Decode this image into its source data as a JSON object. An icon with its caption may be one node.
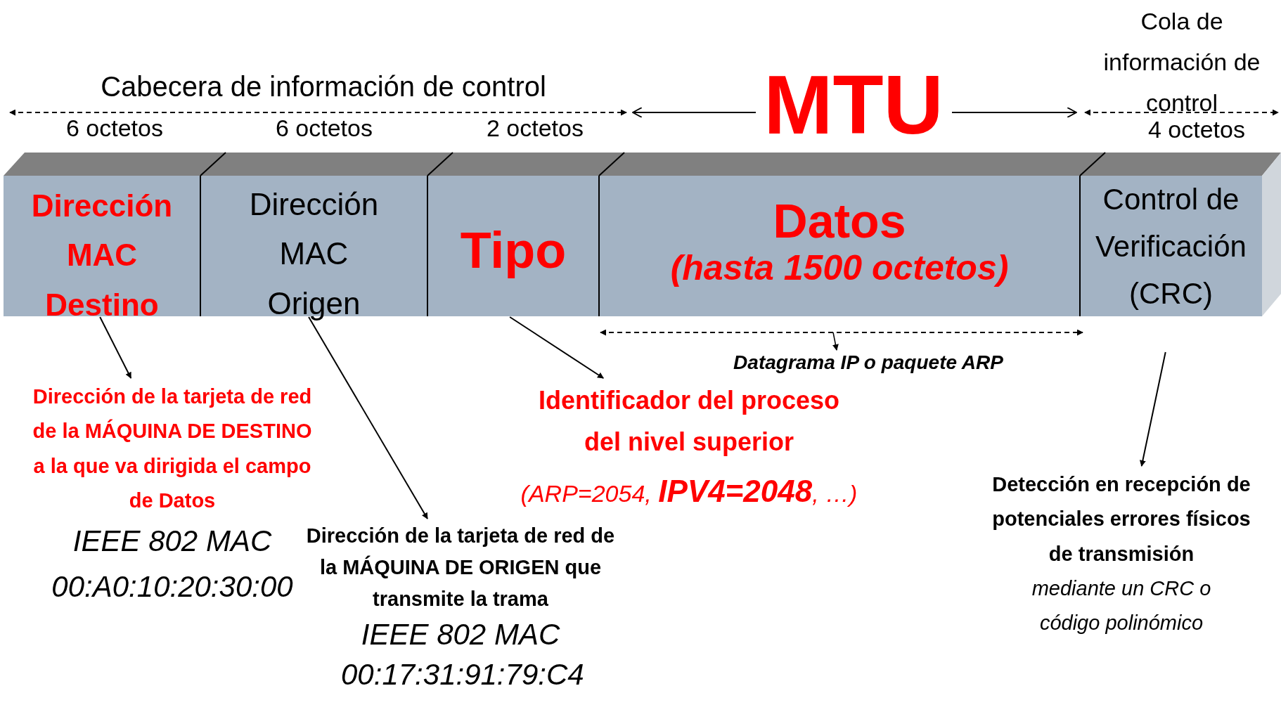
{
  "diagram": {
    "nodes": [
      {
        "text": [
          "Dirección MAC Destino"
        ]
      },
      {
        "text": [
          "Dirección MAC Origen"
        ]
      },
      {
        "text": [
          "Tipo"
        ]
      },
      {
        "text": [
          "Datos",
          "(hasta 1500 octetos)"
        ]
      },
      {
        "text": [
          "Control de Verificación (CRC)"
        ]
      },
      {
        "text": [
          "Dirección de la tarjeta de red de la MÁQUINA DE DESTINO a la que va dirigida el campo de Datos",
          "IEEE 802 MAC 00:A0:10:20:30:00"
        ]
      },
      {
        "text": [
          "Dirección de la tarjeta de red de la MÁQUINA DE ORIGEN que transmite la trama",
          "IEEE 802 MAC 00:17:31:91:79:C4"
        ]
      },
      {
        "text": [
          "Identificador del proceso del nivel superior",
          "(ARP=2054, **IPV4=2048**, …)"
        ]
      },
      {
        "text": [
          "Detección en recepción de potenciales errores físicos de transmisión",
          "mediante un CRC o código polinómico"
        ]
      }
    ],
    "edges": [
      {
        "from": 0,
        "to": 5,
        "arrow": "to"
      },
      {
        "from": 1,
        "to": 6,
        "arrow": "to"
      },
      {
        "from": 2,
        "to": 7,
        "arrow": "to"
      },
      {
        "from": 4,
        "to": 8,
        "arrow": "to"
      }
    ],
    "labels": [
      "Cabecera de información de control",
      "6 octetos",
      "6 octetos",
      "2 octetos",
      "MTU",
      "Cola de información de control",
      "4 octetos",
      "Datagrama IP o paquete ARP"
    ]
  }
}
